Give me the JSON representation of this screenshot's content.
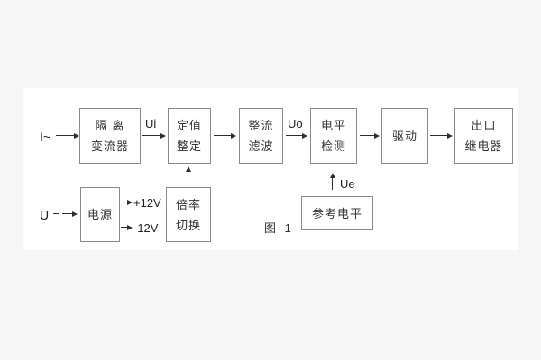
{
  "figure": {
    "caption": "图 1",
    "inputs": {
      "current": "I~",
      "voltage": "U"
    },
    "signals": {
      "ui": "Ui",
      "uo": "Uo",
      "ue": "Ue",
      "plus_12v": "+12V",
      "minus_12v": "-12V"
    },
    "blocks": {
      "isolation_transformer": {
        "line1": "隔 离",
        "line2": "变流器"
      },
      "setpoint_adjust": {
        "line1": "定值",
        "line2": "整定"
      },
      "rectify_filter": {
        "line1": "整流",
        "line2": "滤波"
      },
      "level_detect": {
        "line1": "电平",
        "line2": "检测"
      },
      "drive": {
        "line1": "驱动"
      },
      "output_relay": {
        "line1": "出口",
        "line2": "继电器"
      },
      "power_supply": {
        "line1": "电源"
      },
      "ratio_switch": {
        "line1": "倍率",
        "line2": "切换"
      },
      "reference_level": {
        "line1": "参考电平"
      }
    },
    "colors": {
      "page_bg": "#f6f6f6",
      "panel_bg": "#ffffff",
      "box_border": "#8b8b8b",
      "text": "#333333",
      "arrow": "#2e2e2e"
    }
  }
}
